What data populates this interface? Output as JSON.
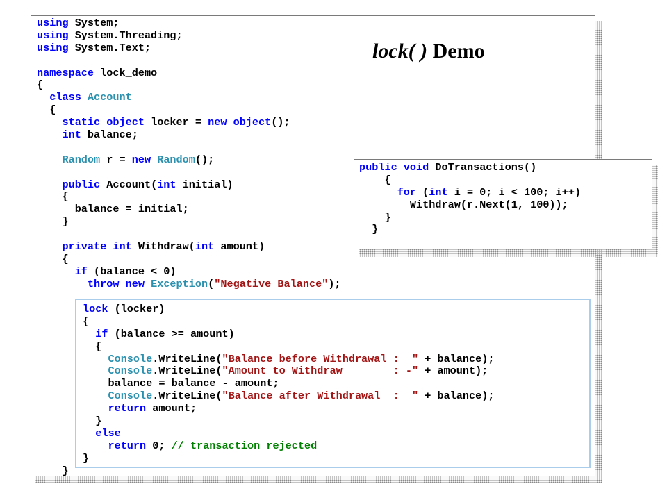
{
  "title": {
    "italic_part": "lock( )",
    "normal_part": "Demo"
  },
  "main_code": {
    "l1": {
      "kw": "using",
      "rest": " System;"
    },
    "l2": {
      "kw": "using",
      "rest": " System.Threading;"
    },
    "l3": {
      "kw": "using",
      "rest": " System.Text;"
    },
    "l5": {
      "kw": "namespace",
      "rest": " lock_demo"
    },
    "l6": "{",
    "l7": {
      "kw": "class",
      "ty": "Account"
    },
    "l8": "{",
    "l9": {
      "kw1": "static",
      "kw2": "object",
      "mid": " locker = ",
      "kw3": "new",
      "kw4": "object",
      "end": "();"
    },
    "l10": {
      "kw": "int",
      "rest": " balance;"
    },
    "l12": {
      "ty1": "Random",
      "mid": " r = ",
      "kw": "new",
      "ty2": "Random",
      "end": "();"
    },
    "l14": {
      "kw1": "public",
      "mid": " Account(",
      "kw2": "int",
      "end": " initial)"
    },
    "l15": "{",
    "l16": "balance = initial;",
    "l17": "}",
    "l19": {
      "kw1": "private",
      "kw2": "int",
      "mid": " Withdraw(",
      "kw3": "int",
      "end": " amount)"
    },
    "l20": "{",
    "l21": {
      "kw": "if",
      "rest": " (balance < 0)"
    },
    "l22": {
      "kw1": "throw",
      "kw2": "new",
      "ty": "Exception",
      "open": "(",
      "str": "\"Negative Balance\"",
      "end": ");"
    },
    "l36": "}"
  },
  "lock_code": {
    "l1": {
      "kw": "lock",
      "rest": " (locker)"
    },
    "l2": "{",
    "l3": {
      "kw": "if",
      "rest": " (balance >= amount)"
    },
    "l4": "{",
    "l5": {
      "ty": "Console",
      "mid": ".WriteLine(",
      "str": "\"Balance before Withdrawal :  \"",
      "end": " + balance);"
    },
    "l6": {
      "ty": "Console",
      "mid": ".WriteLine(",
      "str": "\"Amount to Withdraw        : -\"",
      "end": " + amount);"
    },
    "l7": "balance = balance - amount;",
    "l8": {
      "ty": "Console",
      "mid": ".WriteLine(",
      "str": "\"Balance after Withdrawal  :  \"",
      "end": " + balance);"
    },
    "l9": {
      "kw": "return",
      "rest": " amount;"
    },
    "l10": "}",
    "l11": {
      "kw": "else"
    },
    "l12": {
      "kw": "return",
      "mid": " 0; ",
      "cm": "// transaction rejected"
    },
    "l13": "}"
  },
  "side_code": {
    "l1": {
      "kw1": "public",
      "kw2": "void",
      "rest": " DoTransactions()"
    },
    "l2": "{",
    "l3": {
      "kw1": "for",
      "mid": " (",
      "kw2": "int",
      "rest": " i = 0; i < 100; i++)"
    },
    "l4": "Withdraw(r.Next(1, 100));",
    "l5": "}",
    "l6": "}"
  },
  "colors": {
    "keyword": "#0000ff",
    "type": "#2b91af",
    "string": "#a31515",
    "comment": "#008000",
    "lock_box_border": "#a9cdea"
  }
}
